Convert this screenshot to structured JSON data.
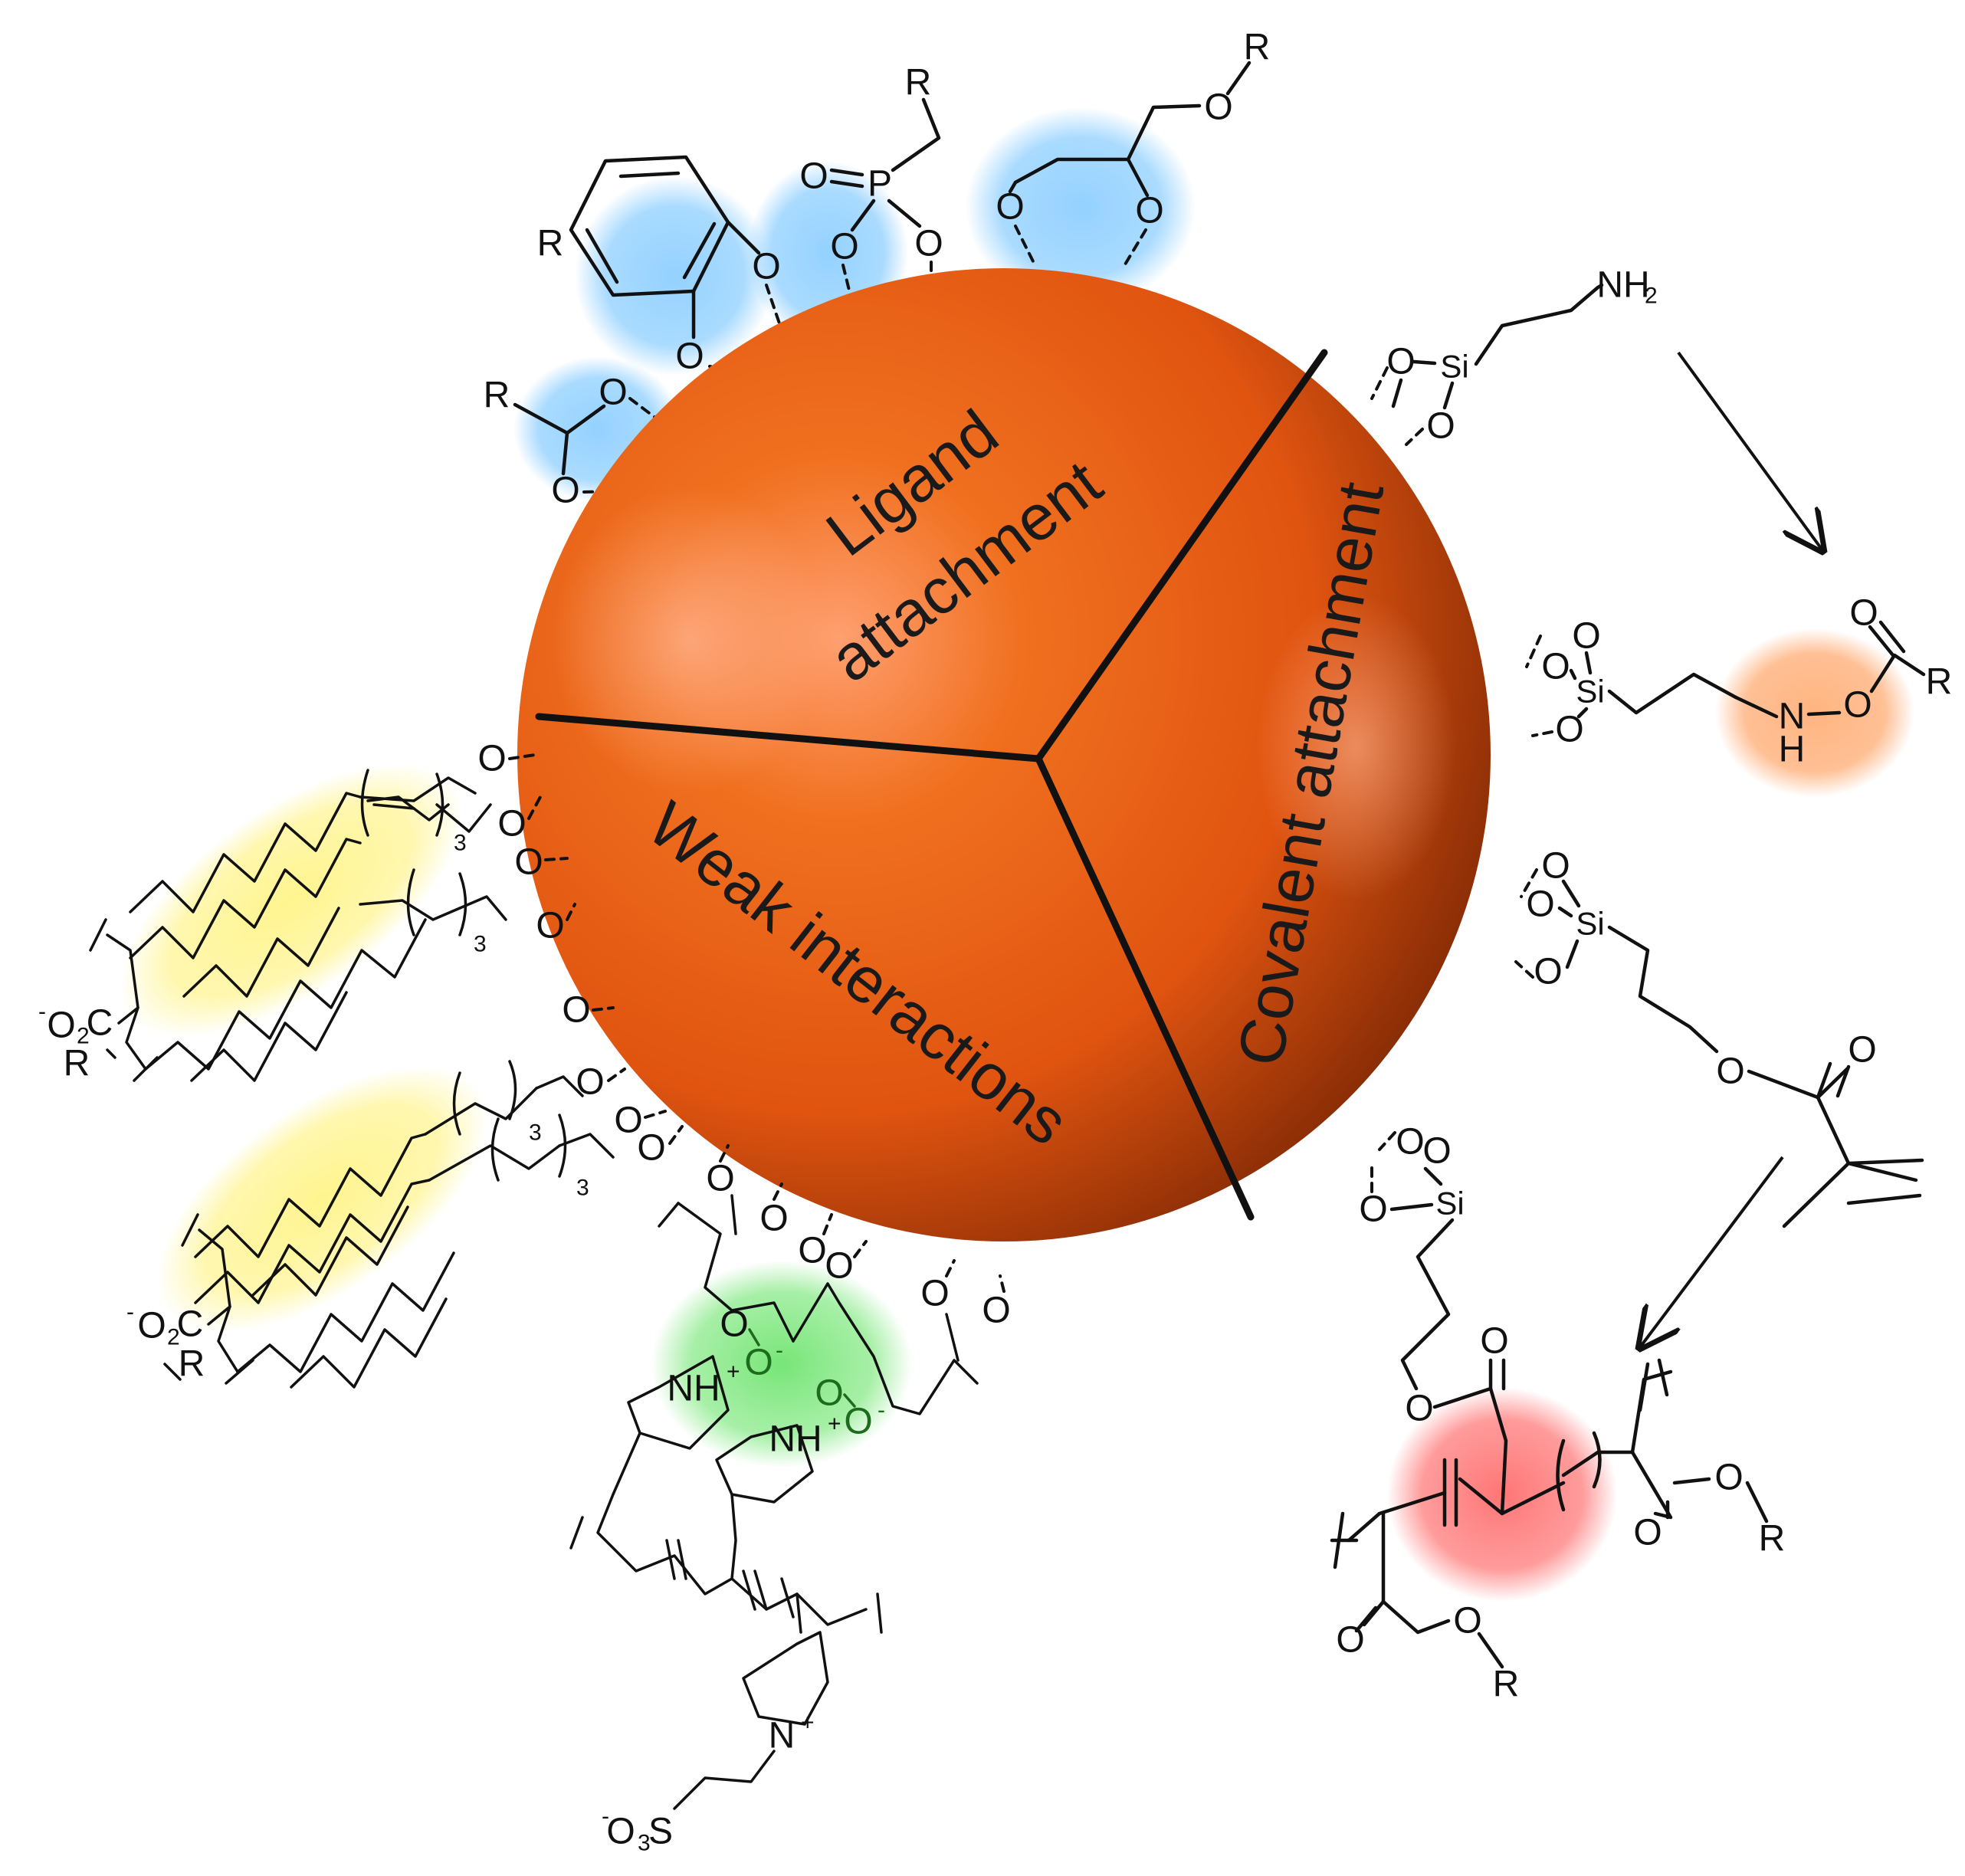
{
  "segments": {
    "ligand_line1": "Ligand",
    "ligand_line2": "attachment",
    "covalent": "Covalent attachment",
    "weak": "Weak interactions"
  },
  "atoms": {
    "R": "R",
    "O": "O",
    "P": "P",
    "Si": "Si",
    "NH2": "NH",
    "NH2_sub": "2",
    "N": "N",
    "H": "H",
    "C": "C",
    "S": "S",
    "three": "3",
    "carboxylate": "O",
    "carboxylate_sub": "2",
    "carboxylate_C": "C",
    "minus": "-",
    "pyridinium": "NH",
    "plus": "+",
    "npyr": "N",
    "sulfonate": "O",
    "sulfonate_sub": "3",
    "sulfonate_S": "S"
  },
  "highlights": {
    "ligand": "#8ecfff",
    "amide": "#ffb27a",
    "polymer": "#ff6b6b",
    "alkyl": "#fff48a",
    "ionic": "#6fe06f"
  },
  "sphere_colors": {
    "base": "#e2560c",
    "light": "#ff9a63",
    "dark": "#8a2a06"
  }
}
